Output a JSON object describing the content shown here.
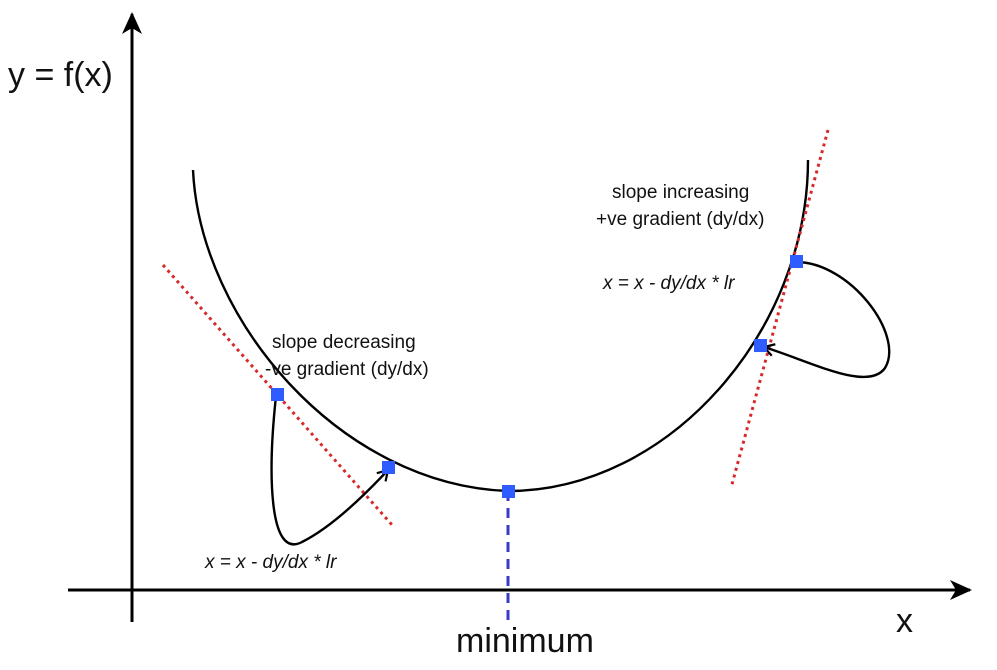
{
  "labels": {
    "y_axis": "y = f(x)",
    "x_axis": "x",
    "minimum": "minimum",
    "left_slope_line1": "slope decreasing",
    "left_slope_line2": "-ve gradient (dy/dx)",
    "left_update": "x = x - dy/dx * lr",
    "right_slope_line1": "slope increasing",
    "right_slope_line2": "+ve gradient (dy/dx)",
    "right_update": "x = x - dy/dx * lr"
  },
  "colors": {
    "curve": "#000000",
    "tangent": "#d62a2a",
    "points": "#2f5cff",
    "minimum_guide": "#3a3acb"
  }
}
